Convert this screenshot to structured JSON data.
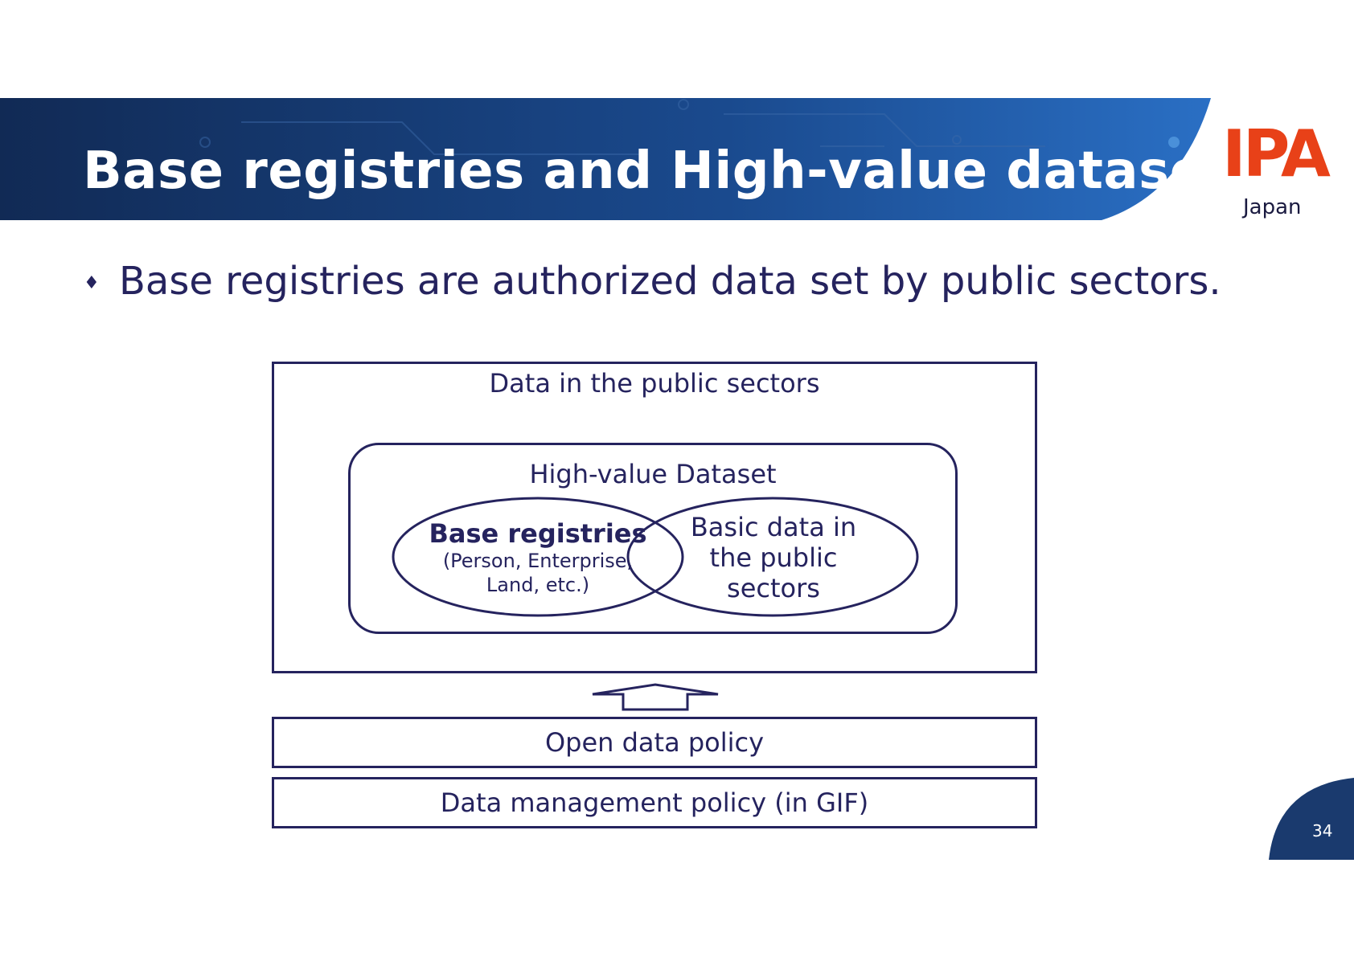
{
  "header": {
    "title": "Base registries and High-value dataset",
    "logo": {
      "text": "IPA",
      "subtext": "Japan",
      "color": "#e84118"
    },
    "banner_color": "#1a3a6e"
  },
  "body": {
    "bullet_icon": "diamond-bullet-icon",
    "bullet_text": "Base registries are authorized data set by public sectors."
  },
  "diagram": {
    "outer_label": "Data in the public sectors",
    "inner_label": "High-value Dataset",
    "ellipse_left": {
      "title": "Base registries",
      "line1": "(Person, Enterprise,",
      "line2": "Land, etc.)"
    },
    "ellipse_right": {
      "line1": "Basic data in",
      "line2": "the public",
      "line3": "sectors"
    },
    "arrow_icon": "up-arrow-icon",
    "policy_1": "Open data policy",
    "policy_2": "Data management policy (in GIF)"
  },
  "footer": {
    "page_number": "34"
  }
}
